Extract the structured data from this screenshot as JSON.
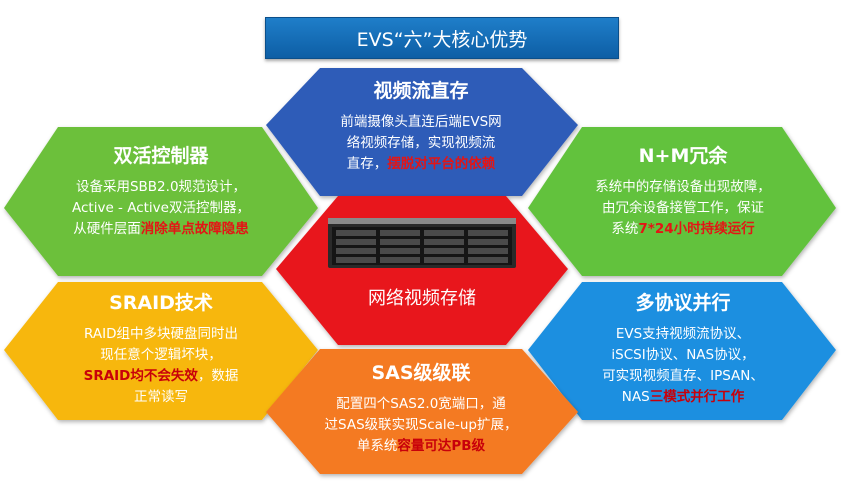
{
  "banner": {
    "title": "EVS“六”大核心优势"
  },
  "center": {
    "caption": "网络视频存储",
    "image": "server-rack"
  },
  "cards": {
    "top": {
      "title": "视频流直存",
      "line1": "前端摄像头直连后端EVS网",
      "line2": "络视频存储，实现视频流",
      "line3_plain": "直存，",
      "line3_highlight": "摆脱对平台的依赖"
    },
    "top_left": {
      "title": "双活控制器",
      "line1": "设备采用SBB2.0规范设计，",
      "line2": "Active - Active双活控制器，",
      "line3_plain": "从硬件层面",
      "line3_highlight": "消除单点故障隐患"
    },
    "top_right": {
      "title": "N+M冗余",
      "line1": "系统中的存储设备出现故障，",
      "line2": "由冗余设备接管工作，保证",
      "line3_plain": "系统",
      "line3_highlight": "7*24小时持续运行"
    },
    "bottom_left": {
      "title": "SRAID技术",
      "line1": "RAID组中多块硬盘同时出",
      "line2": "现任意个逻辑坏块，",
      "line3_highlight": "SRAID均不会失效",
      "line3_plain": "，数据",
      "line4": "正常读写"
    },
    "bottom_right": {
      "title": "多协议并行",
      "line1": "EVS支持视频流协议、",
      "line2": "iSCSI协议、NAS协议，",
      "line3": "可实现视频直存、IPSAN、",
      "line4_plain": "NAS",
      "line4_highlight": "三模式并行工作"
    },
    "bottom": {
      "title": "SAS级级联",
      "line1": "配置四个SAS2.0宽端口，通",
      "line2": "过SAS级联实现Scale-up扩展，",
      "line3_plain": "单系统",
      "line3_highlight": "容量可达PB级"
    }
  },
  "colors": {
    "top": "#2f5bb8",
    "top_left": "#6cc03a",
    "top_right": "#62c23e",
    "bottom_left": "#f7b70d",
    "bottom_right": "#1b8fe0",
    "bottom": "#f47a24",
    "center": "#e8161c"
  }
}
